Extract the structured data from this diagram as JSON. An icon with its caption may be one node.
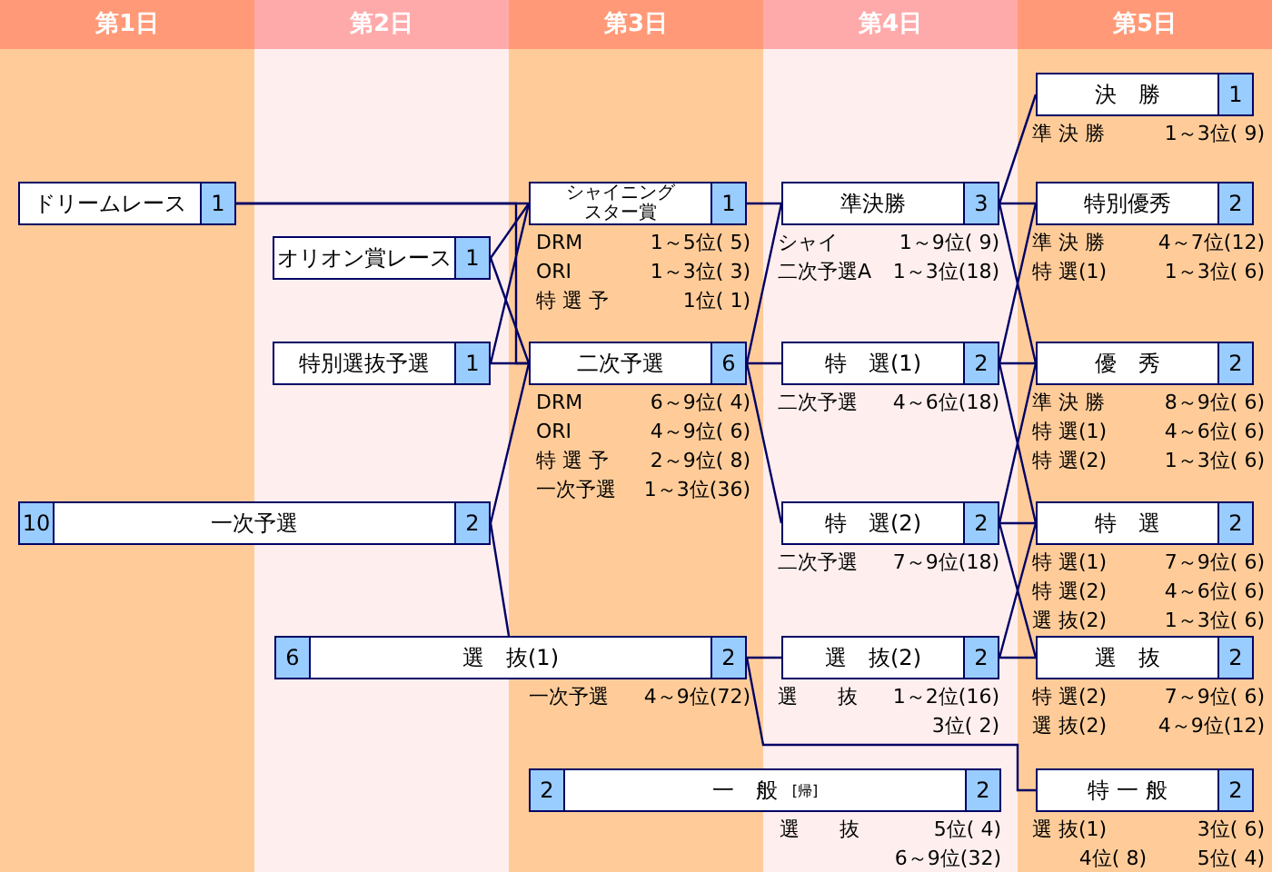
{
  "diagram": {
    "nodes": [
      {
        "text": [
          "ドリームレース",
          "1"
        ]
      },
      {
        "text": [
          "オリオン賞レース",
          "1"
        ]
      },
      {
        "text": [
          "特別選抜予選",
          "1"
        ]
      },
      {
        "text": [
          "10",
          "一次予選",
          "2"
        ]
      },
      {
        "text": [
          "6",
          "選　抜(1)",
          "2"
        ],
        "beside": [
          "一次予選",
          "4～9位(72)"
        ]
      },
      {
        "text": [
          "シャイニングスター賞",
          "1"
        ],
        "beside": [
          "DRM",
          "1～5位( 5)",
          "ORI",
          "1～3位( 3)",
          "特 選 予",
          "1位( 1)"
        ]
      },
      {
        "text": [
          "二次予選",
          "6"
        ],
        "beside": [
          "DRM",
          "6～9位( 4)",
          "ORI",
          "4～9位( 6)",
          "特 選 予",
          "2～9位( 8)",
          "一次予選",
          "1～3位(36)"
        ]
      },
      {
        "text": [
          "2",
          "一　般",
          "[帰]",
          "2"
        ],
        "beside": [
          "選　　抜",
          "5位( 4)",
          "6～9位(32)"
        ]
      },
      {
        "text": [
          "準決勝",
          "3"
        ],
        "beside": [
          "シャイ",
          "1～9位( 9)",
          "二次予選A",
          "1～3位(18)"
        ]
      },
      {
        "text": [
          "特　選(1)",
          "2"
        ],
        "beside": [
          "二次予選",
          "4～6位(18)"
        ]
      },
      {
        "text": [
          "特　選(2)",
          "2"
        ],
        "beside": [
          "二次予選",
          "7～9位(18)"
        ]
      },
      {
        "text": [
          "選　抜(2)",
          "2"
        ],
        "beside": [
          "選　　抜",
          "1～2位(16)",
          "3位( 2)"
        ]
      },
      {
        "text": [
          "決　勝",
          "1"
        ],
        "beside": [
          "準 決 勝",
          "1～3位( 9)"
        ]
      },
      {
        "text": [
          "特別優秀",
          "2"
        ],
        "beside": [
          "準 決 勝",
          "4～7位(12)",
          "特 選(1)",
          "1～3位( 6)"
        ]
      },
      {
        "text": [
          "優　秀",
          "2"
        ],
        "beside": [
          "準 決 勝",
          "8～9位( 6)",
          "特 選(1)",
          "4～6位( 6)",
          "特 選(2)",
          "1～3位( 6)"
        ]
      },
      {
        "text": [
          "特　選",
          "2"
        ],
        "beside": [
          "特 選(1)",
          "7～9位( 6)",
          "特 選(2)",
          "4～6位( 6)",
          "選 抜(2)",
          "1～3位( 6)"
        ]
      },
      {
        "text": [
          "選　抜",
          "2"
        ],
        "beside": [
          "特 選(2)",
          "7～9位( 6)",
          "選 抜(2)",
          "4～9位(12)"
        ]
      },
      {
        "text": [
          "特 一 般",
          "2"
        ],
        "beside": [
          "選 抜(1)",
          "3位( 6)",
          "4位( 8)",
          "5位( 4)"
        ]
      }
    ],
    "edges": [
      {
        "from": 0,
        "to": 5,
        "arrow": "none"
      },
      {
        "from": 1,
        "to": 5,
        "arrow": "none"
      },
      {
        "from": 2,
        "to": 5,
        "arrow": "none"
      },
      {
        "from": 0,
        "to": 6,
        "arrow": "none"
      },
      {
        "from": 1,
        "to": 6,
        "arrow": "none"
      },
      {
        "from": 2,
        "to": 6,
        "arrow": "none"
      },
      {
        "from": 3,
        "to": 6,
        "arrow": "none"
      },
      {
        "from": 3,
        "to": 4,
        "arrow": "none"
      },
      {
        "from": 5,
        "to": 8,
        "arrow": "none"
      },
      {
        "from": 6,
        "to": 8,
        "arrow": "none"
      },
      {
        "from": 6,
        "to": 9,
        "arrow": "none"
      },
      {
        "from": 6,
        "to": 10,
        "arrow": "none"
      },
      {
        "from": 4,
        "to": 11,
        "arrow": "none"
      },
      {
        "from": 4,
        "to": 17,
        "arrow": "none"
      },
      {
        "from": 8,
        "to": 12,
        "arrow": "none"
      },
      {
        "from": 8,
        "to": 13,
        "arrow": "none"
      },
      {
        "from": 9,
        "to": 13,
        "arrow": "none"
      },
      {
        "from": 8,
        "to": 14,
        "arrow": "none"
      },
      {
        "from": 9,
        "to": 14,
        "arrow": "none"
      },
      {
        "from": 10,
        "to": 14,
        "arrow": "none"
      },
      {
        "from": 9,
        "to": 15,
        "arrow": "none"
      },
      {
        "from": 10,
        "to": 15,
        "arrow": "none"
      },
      {
        "from": 11,
        "to": 15,
        "arrow": "none"
      },
      {
        "from": 10,
        "to": 16,
        "arrow": "none"
      },
      {
        "from": 11,
        "to": 16,
        "arrow": "none"
      }
    ],
    "labels": [
      "第1日",
      "第2日",
      "第3日",
      "第4日",
      "第5日"
    ]
  }
}
